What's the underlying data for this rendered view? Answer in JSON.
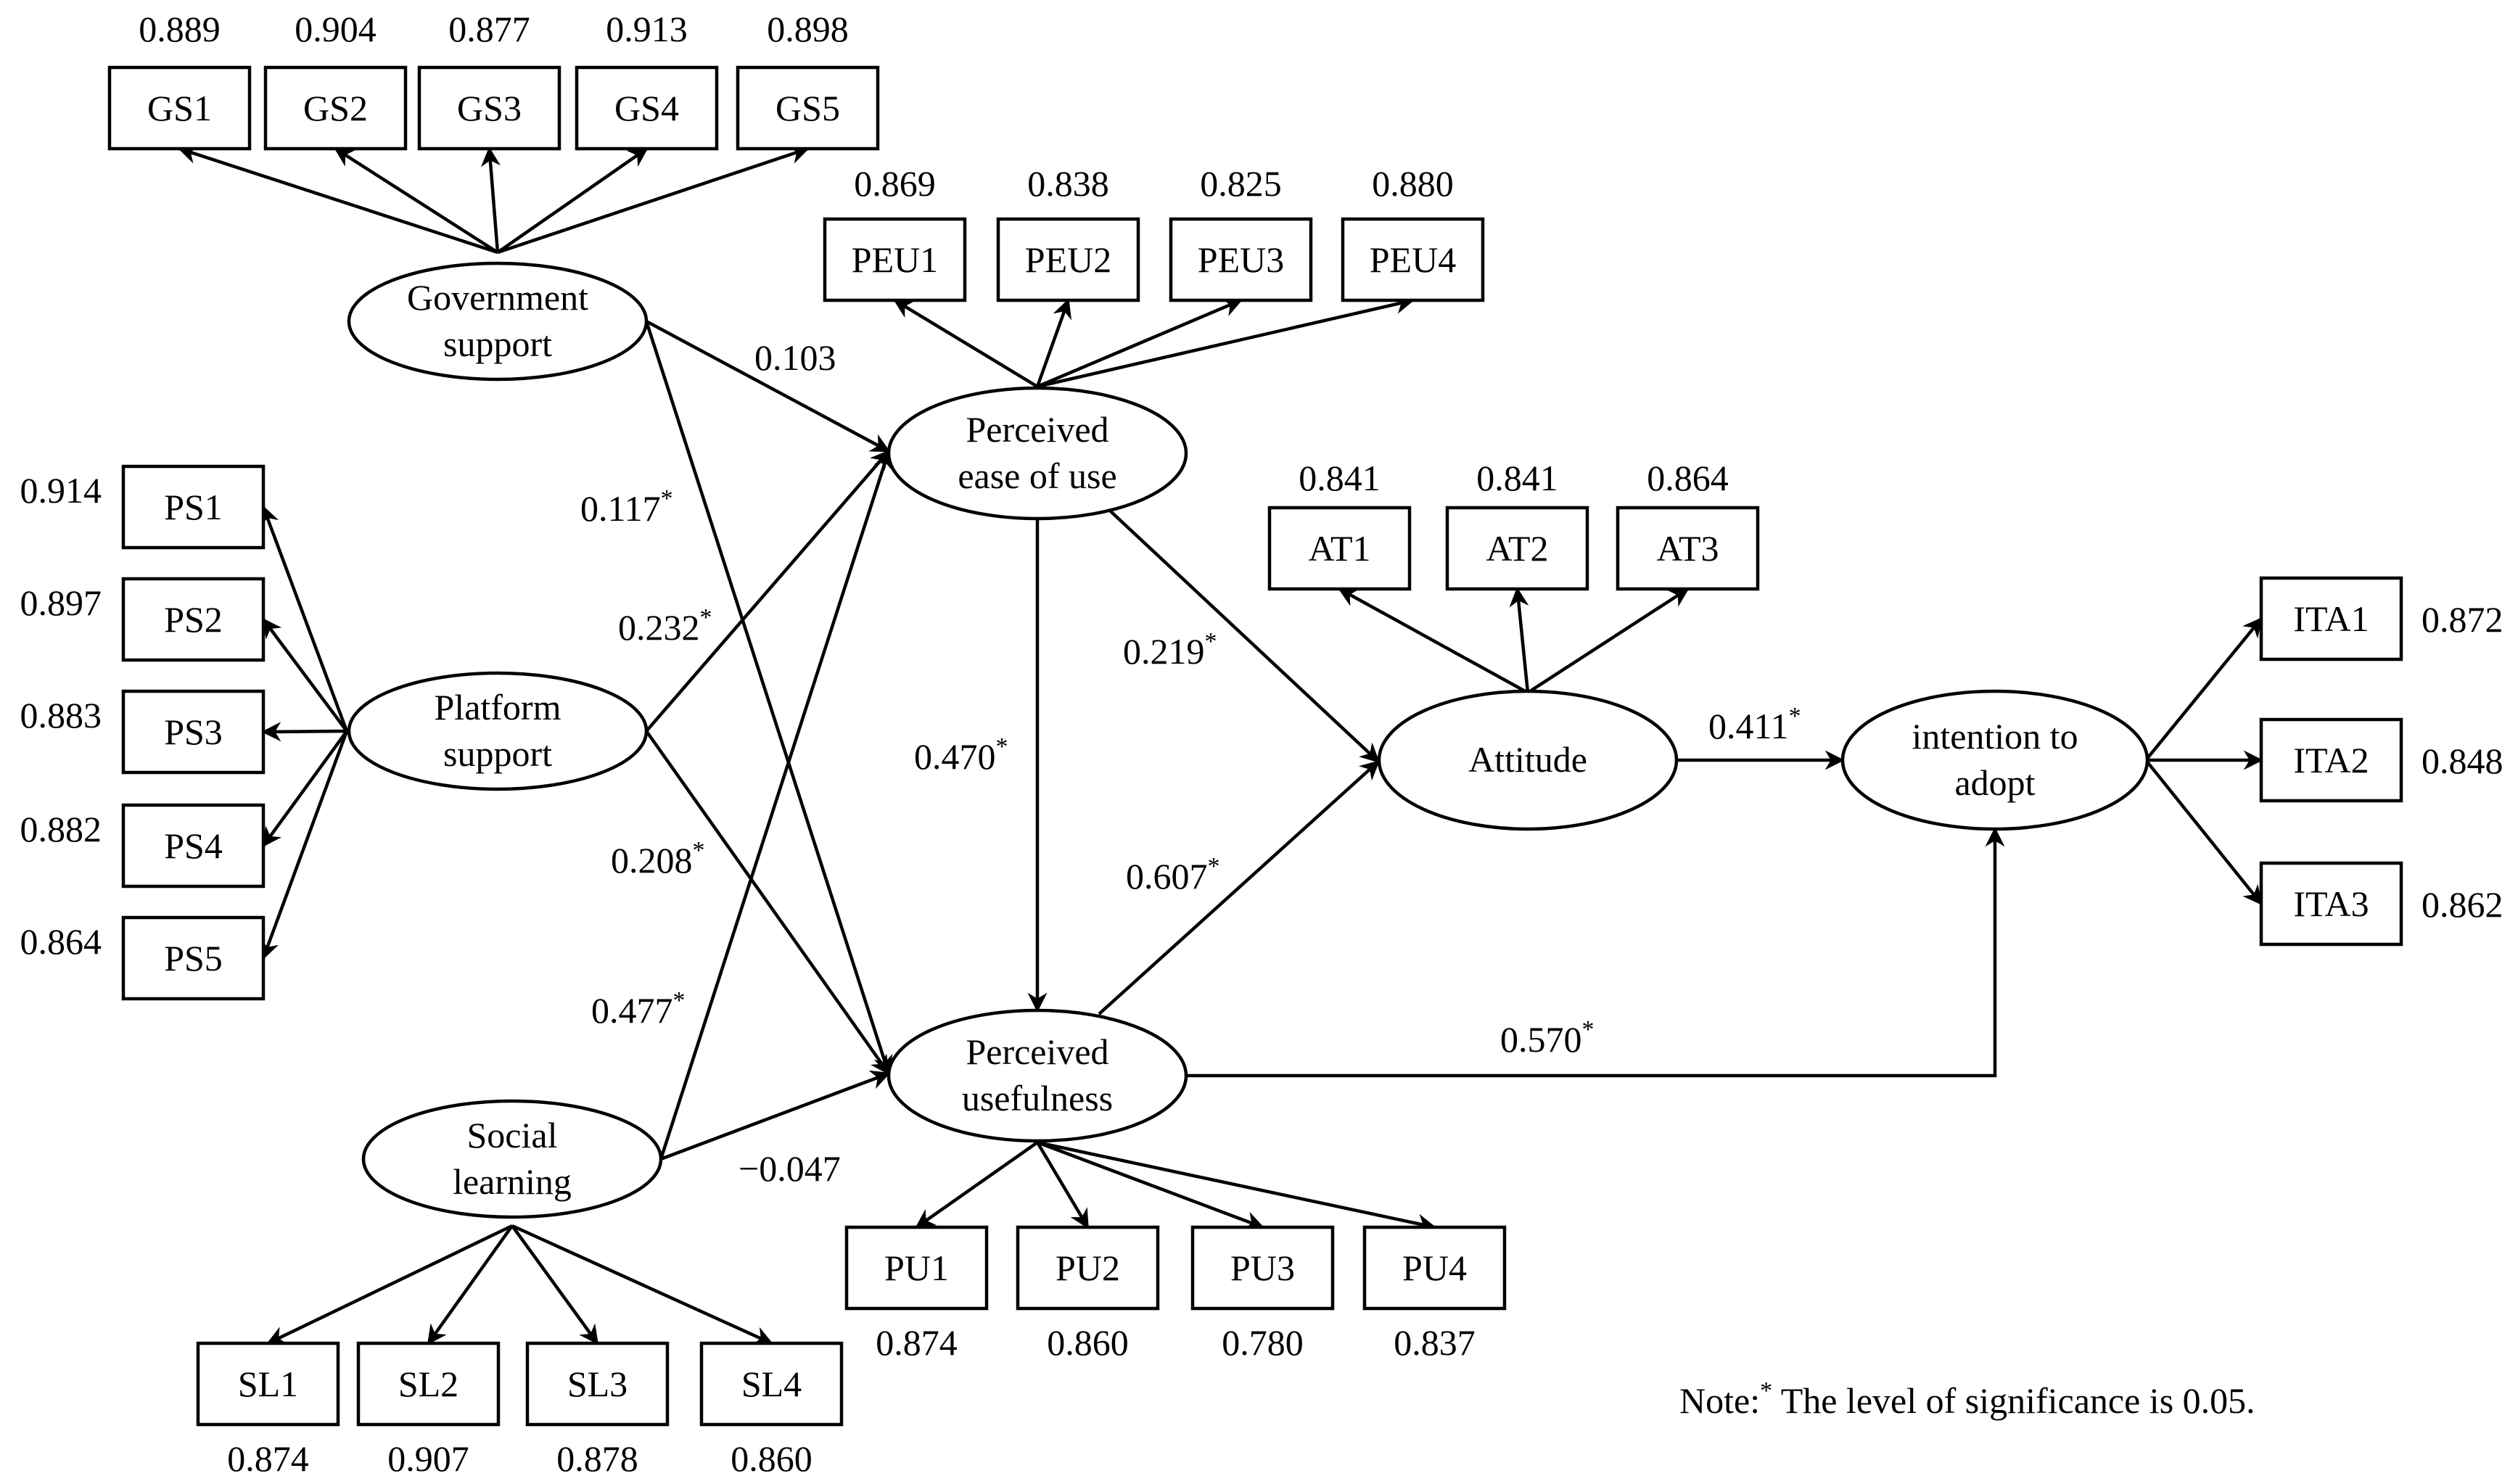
{
  "latent": {
    "gs": [
      "Government",
      "support"
    ],
    "ps": [
      "Platform",
      "support"
    ],
    "sl": [
      "Social",
      "learning"
    ],
    "peu": [
      "Perceived",
      "ease of use"
    ],
    "pu": [
      "Perceived",
      "usefulness"
    ],
    "at": [
      "Attitude"
    ],
    "ita": [
      "intention to",
      "adopt"
    ]
  },
  "indicators": {
    "gs": [
      {
        "label": "GS1",
        "loading": "0.889"
      },
      {
        "label": "GS2",
        "loading": "0.904"
      },
      {
        "label": "GS3",
        "loading": "0.877"
      },
      {
        "label": "GS4",
        "loading": "0.913"
      },
      {
        "label": "GS5",
        "loading": "0.898"
      }
    ],
    "peu": [
      {
        "label": "PEU1",
        "loading": "0.869"
      },
      {
        "label": "PEU2",
        "loading": "0.838"
      },
      {
        "label": "PEU3",
        "loading": "0.825"
      },
      {
        "label": "PEU4",
        "loading": "0.880"
      }
    ],
    "ps": [
      {
        "label": "PS1",
        "loading": "0.914"
      },
      {
        "label": "PS2",
        "loading": "0.897"
      },
      {
        "label": "PS3",
        "loading": "0.883"
      },
      {
        "label": "PS4",
        "loading": "0.882"
      },
      {
        "label": "PS5",
        "loading": "0.864"
      }
    ],
    "at": [
      {
        "label": "AT1",
        "loading": "0.841"
      },
      {
        "label": "AT2",
        "loading": "0.841"
      },
      {
        "label": "AT3",
        "loading": "0.864"
      }
    ],
    "ita": [
      {
        "label": "ITA1",
        "loading": "0.872"
      },
      {
        "label": "ITA2",
        "loading": "0.848"
      },
      {
        "label": "ITA3",
        "loading": "0.862"
      }
    ],
    "pu": [
      {
        "label": "PU1",
        "loading": "0.874"
      },
      {
        "label": "PU2",
        "loading": "0.860"
      },
      {
        "label": "PU3",
        "loading": "0.780"
      },
      {
        "label": "PU4",
        "loading": "0.837"
      }
    ],
    "sl": [
      {
        "label": "SL1",
        "loading": "0.874"
      },
      {
        "label": "SL2",
        "loading": "0.907"
      },
      {
        "label": "SL3",
        "loading": "0.878"
      },
      {
        "label": "SL4",
        "loading": "0.860"
      }
    ]
  },
  "paths": {
    "gs_peu": {
      "value": "0.103",
      "sig": ""
    },
    "gs_pu": {
      "value": "0.117",
      "sig": "*"
    },
    "ps_peu": {
      "value": "0.232",
      "sig": "*"
    },
    "ps_pu": {
      "value": "0.208",
      "sig": "*"
    },
    "sl_peu": {
      "value": "0.477",
      "sig": "*"
    },
    "sl_pu": {
      "value": "−0.047",
      "sig": ""
    },
    "peu_pu": {
      "value": "0.470",
      "sig": "*"
    },
    "peu_at": {
      "value": "0.219",
      "sig": "*"
    },
    "pu_at": {
      "value": "0.607",
      "sig": "*"
    },
    "at_ita": {
      "value": "0.411",
      "sig": "*"
    },
    "pu_ita": {
      "value": "0.570",
      "sig": "*"
    }
  },
  "note": {
    "prefix": "Note:",
    "sup": "*",
    "text": " The level of significance is 0.05."
  }
}
